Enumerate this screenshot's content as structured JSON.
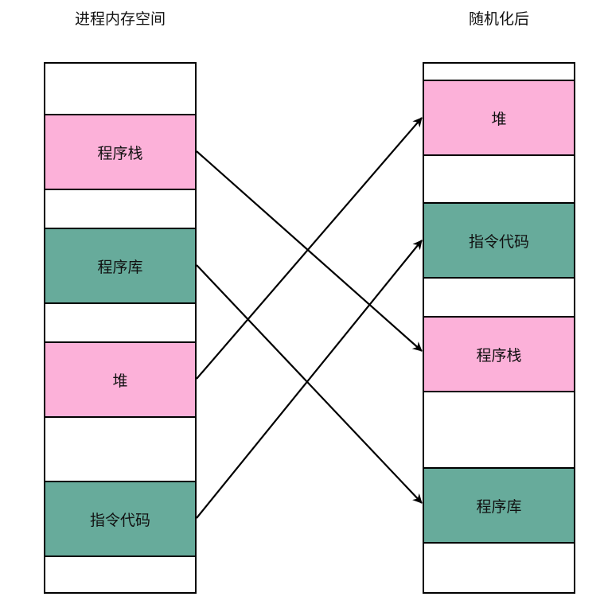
{
  "left_column": {
    "title": "进程内存空间",
    "segments": [
      {
        "id": "stack",
        "label": "程序栈",
        "color": "#fcb1d9"
      },
      {
        "id": "library",
        "label": "程序库",
        "color": "#67ab9b"
      },
      {
        "id": "heap",
        "label": "堆",
        "color": "#fcb1d9"
      },
      {
        "id": "code",
        "label": "指令代码",
        "color": "#67ab9b"
      }
    ]
  },
  "right_column": {
    "title": "随机化后",
    "segments": [
      {
        "id": "heap",
        "label": "堆",
        "color": "#fcb1d9"
      },
      {
        "id": "code",
        "label": "指令代码",
        "color": "#67ab9b"
      },
      {
        "id": "stack",
        "label": "程序栈",
        "color": "#fcb1d9"
      },
      {
        "id": "library",
        "label": "程序库",
        "color": "#67ab9b"
      }
    ]
  },
  "mappings": [
    {
      "from": "stack",
      "to": "stack"
    },
    {
      "from": "library",
      "to": "library"
    },
    {
      "from": "heap",
      "to": "heap"
    },
    {
      "from": "code",
      "to": "code"
    }
  ]
}
